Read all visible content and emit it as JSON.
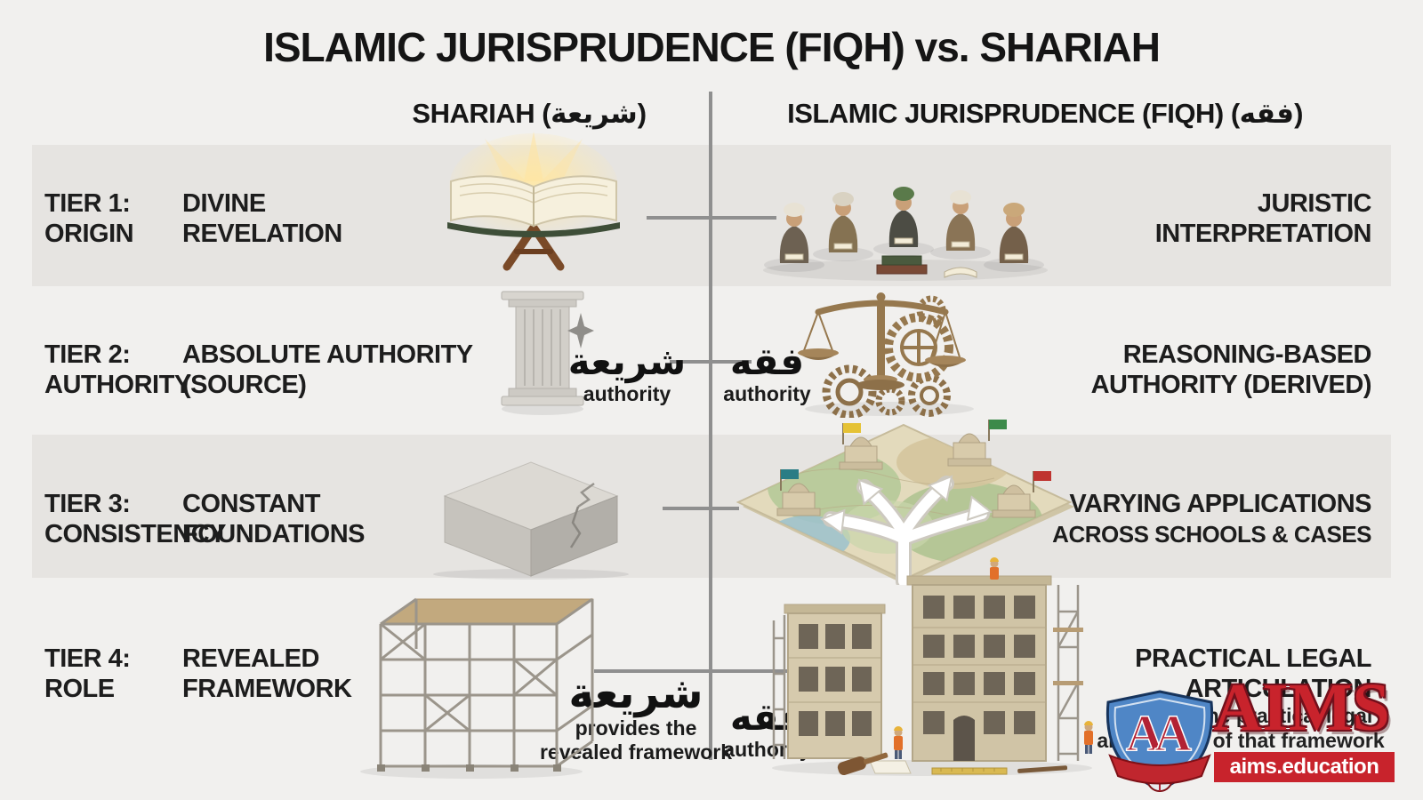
{
  "title": "ISLAMIC JURISPRUDENCE (FIQH) vs. SHARIAH",
  "columns": {
    "left_header": "SHARIAH (شريعة)",
    "right_header": "ISLAMIC JURISPRUDENCE (FIQH) (فقه)"
  },
  "tiers": [
    {
      "label": "TIER 1:",
      "category": "ORIGIN",
      "left_line1": "DIVINE",
      "left_line2": "REVELATION",
      "right_line1": "JURISTIC",
      "right_line2": "INTERPRETATION"
    },
    {
      "label": "TIER 2:",
      "category": "AUTHORITY",
      "left_line1": "ABSOLUTE AUTHORITY",
      "left_line2": "(SOURCE)",
      "right_line1": "REASONING-BASED",
      "right_line2": "AUTHORITY (DERIVED)"
    },
    {
      "label": "TIER 3:",
      "category": "CONSISTENCY",
      "left_line1": "CONSTANT",
      "left_line2": "FOUNDATIONS",
      "right_line1": "VARYING APPLICATIONS",
      "right_line2": "ACROSS SCHOOLS & CASES"
    },
    {
      "label": "TIER 4:",
      "category": "ROLE",
      "left_line1": "REVEALED",
      "left_line2": "FRAMEWORK",
      "right_line1": "PRACTICAL LEGAL",
      "right_line2": "ARTICULATION",
      "right_caption_line1": "provides the practical legal",
      "right_caption_line2": "articulation of that framework"
    }
  ],
  "annotations": {
    "tier2_left_arabic": "شريعة",
    "tier2_left_caption": "authority",
    "tier2_right_arabic": "فقه",
    "tier2_right_caption": "authority",
    "tier4_left_arabic": "شريعة",
    "tier4_left_caption1": "provides the",
    "tier4_left_caption2": "revealed framework",
    "tier4_right_arabic": "فقه",
    "tier4_right_caption": "authority"
  },
  "images": {
    "tier1_left": "glowing-quran-on-stand",
    "tier1_right": "scholars-studying-books",
    "tier2_left": "stone-column",
    "tier2_right": "balance-scale-with-gears",
    "tier3_left": "solid-stone-block",
    "tier3_right": "map-with-mosques-and-branching-arrows",
    "tier4_left": "scaffolding-framework",
    "tier4_right": "buildings-under-construction"
  },
  "logo": {
    "brand": "AIMS",
    "website": "aims.education"
  },
  "colors": {
    "page_bg": "#f1f0ee",
    "band_gray": "#e6e4e1",
    "divider_gray": "#8f8f8f",
    "accent_red": "#c8232c",
    "shield_blue": "#4f86c6"
  }
}
